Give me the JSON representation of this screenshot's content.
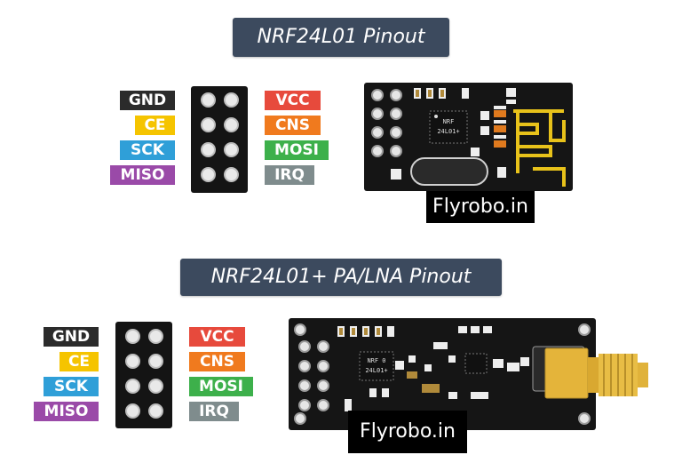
{
  "module1": {
    "title": "NRF24L01 Pinout",
    "left_pins": [
      {
        "label": "GND",
        "color": "#2b2b2b"
      },
      {
        "label": "CE",
        "color": "#f5c400"
      },
      {
        "label": "SCK",
        "color": "#2f9fd8"
      },
      {
        "label": "MISO",
        "color": "#9a4aa8"
      }
    ],
    "right_pins": [
      {
        "label": "VCC",
        "color": "#e74a3c"
      },
      {
        "label": "CNS",
        "color": "#f07a1e"
      },
      {
        "label": "MOSI",
        "color": "#3db04b"
      },
      {
        "label": "IRQ",
        "color": "#7f8c8d"
      }
    ],
    "chip_text_1": "NRF",
    "chip_text_2": "24L01+",
    "watermark": "Flyrobo.in"
  },
  "module2": {
    "title": "NRF24L01+ PA/LNA Pinout",
    "left_pins": [
      {
        "label": "GND",
        "color": "#2b2b2b"
      },
      {
        "label": "CE",
        "color": "#f5c400"
      },
      {
        "label": "SCK",
        "color": "#2f9fd8"
      },
      {
        "label": "MISO",
        "color": "#9a4aa8"
      }
    ],
    "right_pins": [
      {
        "label": "VCC",
        "color": "#e74a3c"
      },
      {
        "label": "CNS",
        "color": "#f07a1e"
      },
      {
        "label": "MOSI",
        "color": "#3db04b"
      },
      {
        "label": "IRQ",
        "color": "#7f8c8d"
      }
    ],
    "chip_text_1": "NRF 0",
    "chip_text_2": "24L01+",
    "watermark": "Flyrobo.in"
  },
  "colors": {
    "title_bg": "#3c4a5e",
    "pcb": "#151515",
    "antenna_trace": "#e8c21a",
    "sma_gold": "#e4b43a"
  }
}
